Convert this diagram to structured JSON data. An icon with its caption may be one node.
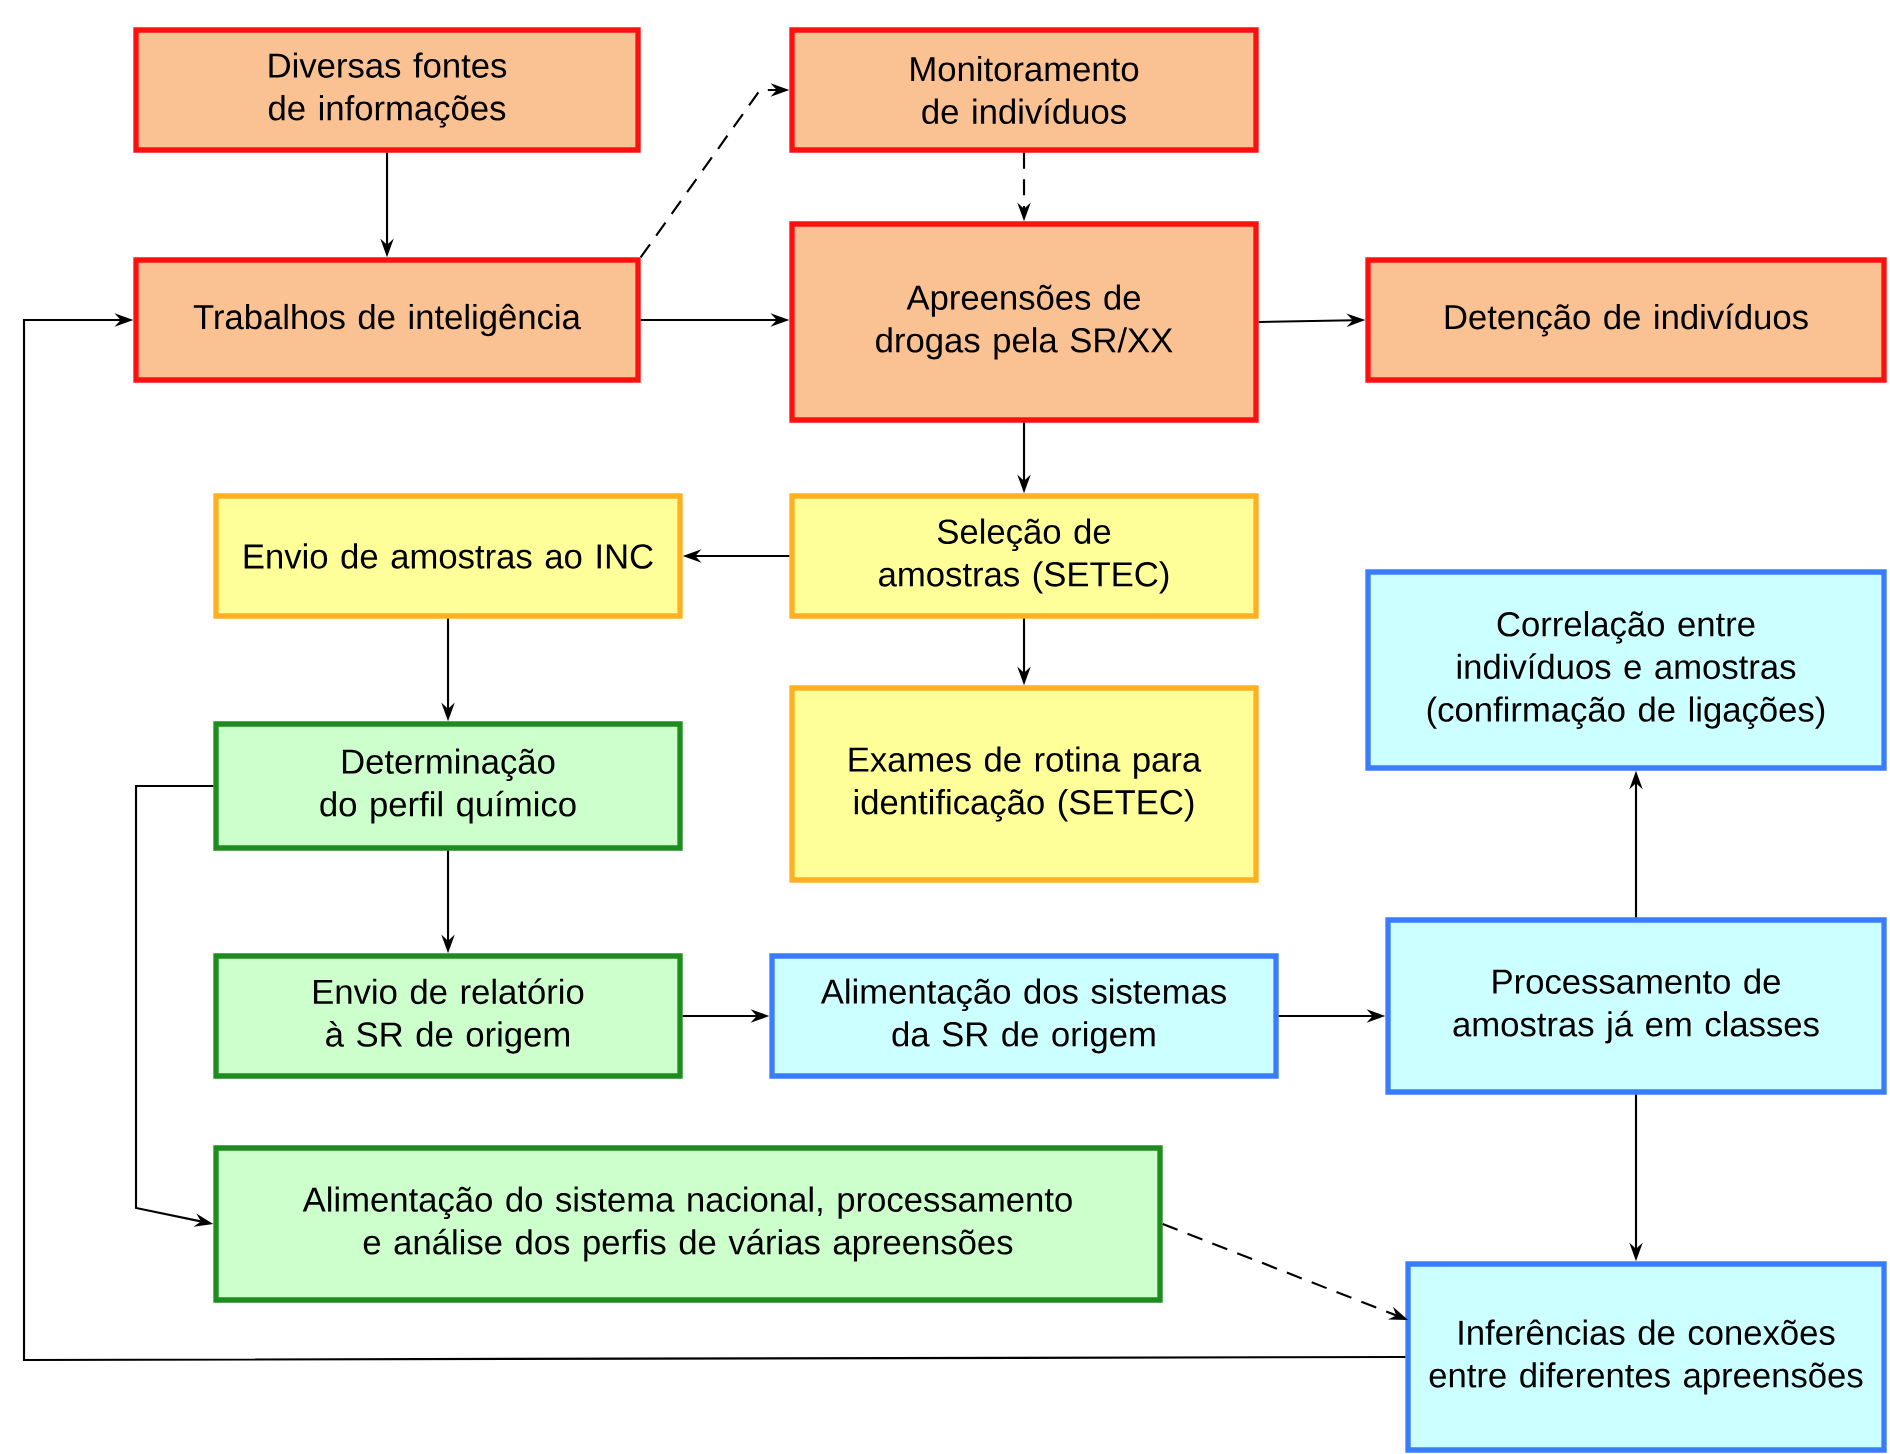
{
  "diagram": {
    "nodes": [
      {
        "text": [
          "Diversas fontes de informações"
        ]
      },
      {
        "text": [
          "Monitoramento de indivíduos"
        ]
      },
      {
        "text": [
          "Trabalhos de inteligência"
        ]
      },
      {
        "text": [
          "Apreensões de drogas pela SR/XX"
        ]
      },
      {
        "text": [
          "Detenção de indivíduos"
        ]
      },
      {
        "text": [
          "Envio de amostras ao INC"
        ]
      },
      {
        "text": [
          "Seleção de amostras (SETEC)"
        ]
      },
      {
        "text": [
          "Correlação entre indivíduos e amostras (confirmação de ligações)"
        ]
      },
      {
        "text": [
          "Determinação do perfil químico"
        ]
      },
      {
        "text": [
          "Exames de rotina para identificação (SETEC)"
        ]
      },
      {
        "text": [
          "Envio de relatório à SR de origem"
        ]
      },
      {
        "text": [
          "Alimentação dos sistemas da SR de origem"
        ]
      },
      {
        "text": [
          "Processamento  de amostras já em classes"
        ]
      },
      {
        "text": [
          "Alimentação do sistema nacional, processamento e análise dos perfis de várias apreensões"
        ]
      },
      {
        "text": [
          "Inferências de conexões entre diferentes apreensões"
        ]
      }
    ],
    "edges": [
      {
        "from": 0,
        "to": 2,
        "arrow": "to"
      },
      {
        "from": 2,
        "to": 1,
        "arrow": "to",
        "style": "dashed"
      },
      {
        "from": 1,
        "to": 3,
        "arrow": "to",
        "style": "dashed"
      },
      {
        "from": 2,
        "to": 3,
        "arrow": "to"
      },
      {
        "from": 3,
        "to": 4,
        "arrow": "to"
      },
      {
        "from": 3,
        "to": 6,
        "arrow": "to"
      },
      {
        "from": 6,
        "to": 5,
        "arrow": "to"
      },
      {
        "from": 6,
        "to": 9,
        "arrow": "to"
      },
      {
        "from": 5,
        "to": 8,
        "arrow": "to"
      },
      {
        "from": 8,
        "to": 10,
        "arrow": "to"
      },
      {
        "from": 8,
        "to": 13,
        "arrow": "to"
      },
      {
        "from": 10,
        "to": 11,
        "arrow": "to"
      },
      {
        "from": 11,
        "to": 12,
        "arrow": "to"
      },
      {
        "from": 12,
        "to": 7,
        "arrow": "to"
      },
      {
        "from": 12,
        "to": 14,
        "arrow": "to"
      },
      {
        "from": 13,
        "to": 14,
        "arrow": "to",
        "style": "dashed"
      },
      {
        "from": 14,
        "to": 2,
        "arrow": "to"
      }
    ]
  }
}
